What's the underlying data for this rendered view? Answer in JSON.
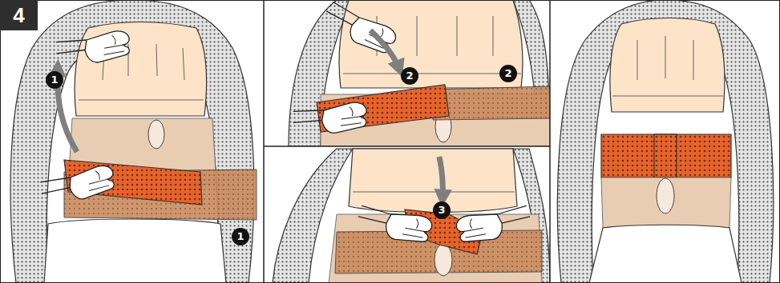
{
  "diagram": {
    "nodes": [
      {
        "text": [
          "4"
        ]
      }
    ],
    "labels": [
      "1",
      "1",
      "2",
      "2",
      "3"
    ]
  }
}
